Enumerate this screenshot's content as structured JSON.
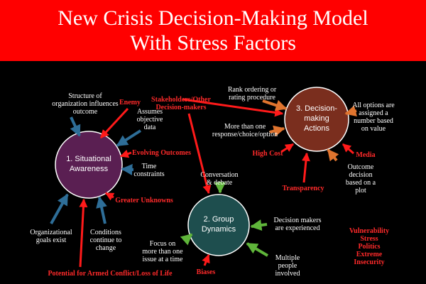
{
  "slide": {
    "title_line1": "New Crisis Decision-Making Model",
    "title_line2": "With Stress Factors"
  },
  "colors": {
    "background": "#000000",
    "title_banner": "#ff0000",
    "stress_label": "#ff2a2a",
    "arrow_red": "#ff1a1a",
    "arrow_blue": "#2e6e98",
    "arrow_green": "#5fb53a",
    "arrow_orange": "#e0742e",
    "node_situational": "#5a1f52",
    "node_group": "#1e4e4e",
    "node_decision": "#7a2e1e"
  },
  "nodes": {
    "situational": {
      "line1": "1. Situational",
      "line2": "Awareness"
    },
    "group": {
      "line1": "2. Group",
      "line2": "Dynamics"
    },
    "decision": {
      "line1": "3. Decision-",
      "line2": "making",
      "line3": "Actions"
    }
  },
  "labels": {
    "structure_l1": "Structure of",
    "structure_l2": "organization influences",
    "structure_l3": "outcome",
    "enemy": "Enemy",
    "assumes_l1": "Assumes",
    "assumes_l2": "objective",
    "assumes_l3": "data",
    "evolving": "Evolving Outcomes",
    "time_l1": "Time",
    "time_l2": "constraints",
    "greater": "Greater Unknowns",
    "org_goals_l1": "Organizational",
    "org_goals_l2": "goals exist",
    "conditions_l1": "Conditions",
    "conditions_l2": "continue to",
    "conditions_l3": "change",
    "armed": "Potential for Armed Conflict/Loss of Life",
    "stakeholders_l1": "Stakeholders/Other",
    "stakeholders_l2": "Decision-makers",
    "rank_l1": "Rank ordering or",
    "rank_l2": "rating procedure",
    "more_l1": "More than one",
    "more_l2": "response/choice/option",
    "high_cost": "High Cost",
    "transparency": "Transparency",
    "all_options_l1": "All options are",
    "all_options_l2": "assigned a",
    "all_options_l3": "number based",
    "all_options_l4": "on value",
    "media": "Media",
    "outcome_l1": "Outcome",
    "outcome_l2": "decision",
    "outcome_l3": "based on a",
    "outcome_l4": "plot",
    "conversation_l1": "Conversation",
    "conversation_l2": "& debate",
    "focus_l1": "Focus on",
    "focus_l2": "more than one",
    "focus_l3": "issue at a time",
    "biases": "Biases",
    "experienced_l1": "Decision makers",
    "experienced_l2": "are experienced",
    "multiple_l1": "Multiple",
    "multiple_l2": "people",
    "multiple_l3": "involved"
  },
  "stress_list": [
    "Vulnerability",
    "Stress",
    "Politics",
    "Extreme",
    "Insecurity"
  ]
}
